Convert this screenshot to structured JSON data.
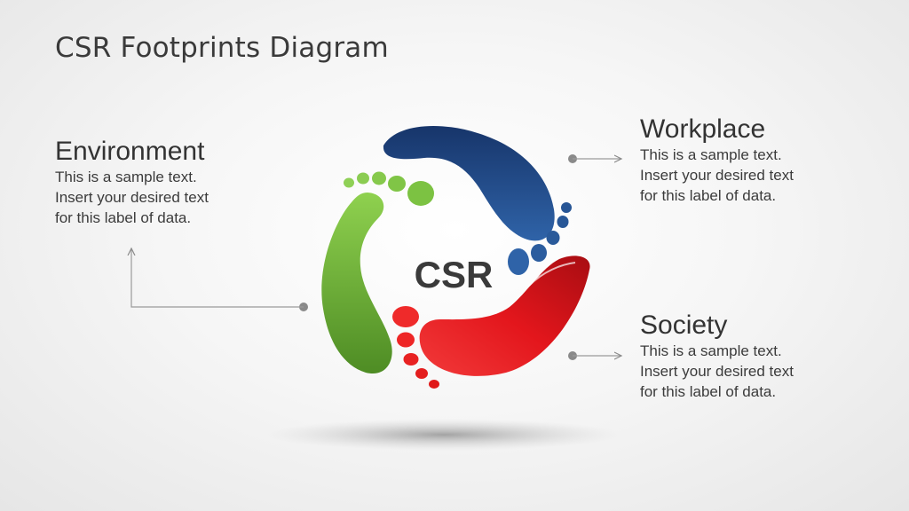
{
  "title": "CSR Footprints Diagram",
  "center_label": "CSR",
  "labels": {
    "environment": {
      "heading": "Environment",
      "lines": [
        "This is a sample text.",
        "Insert your desired text",
        "for this label of data."
      ]
    },
    "workplace": {
      "heading": "Workplace",
      "lines": [
        "This is a sample text.",
        "Insert your desired text",
        "for this label of data."
      ]
    },
    "society": {
      "heading": "Society",
      "lines": [
        "This is a sample text.",
        "Insert your desired text",
        "for this label of data."
      ]
    }
  },
  "colors": {
    "environment": "#7cc242",
    "workplace": "#1f4a86",
    "society": "#d9141c",
    "connector": "#8a8a8a",
    "text": "#3b3b3b"
  }
}
